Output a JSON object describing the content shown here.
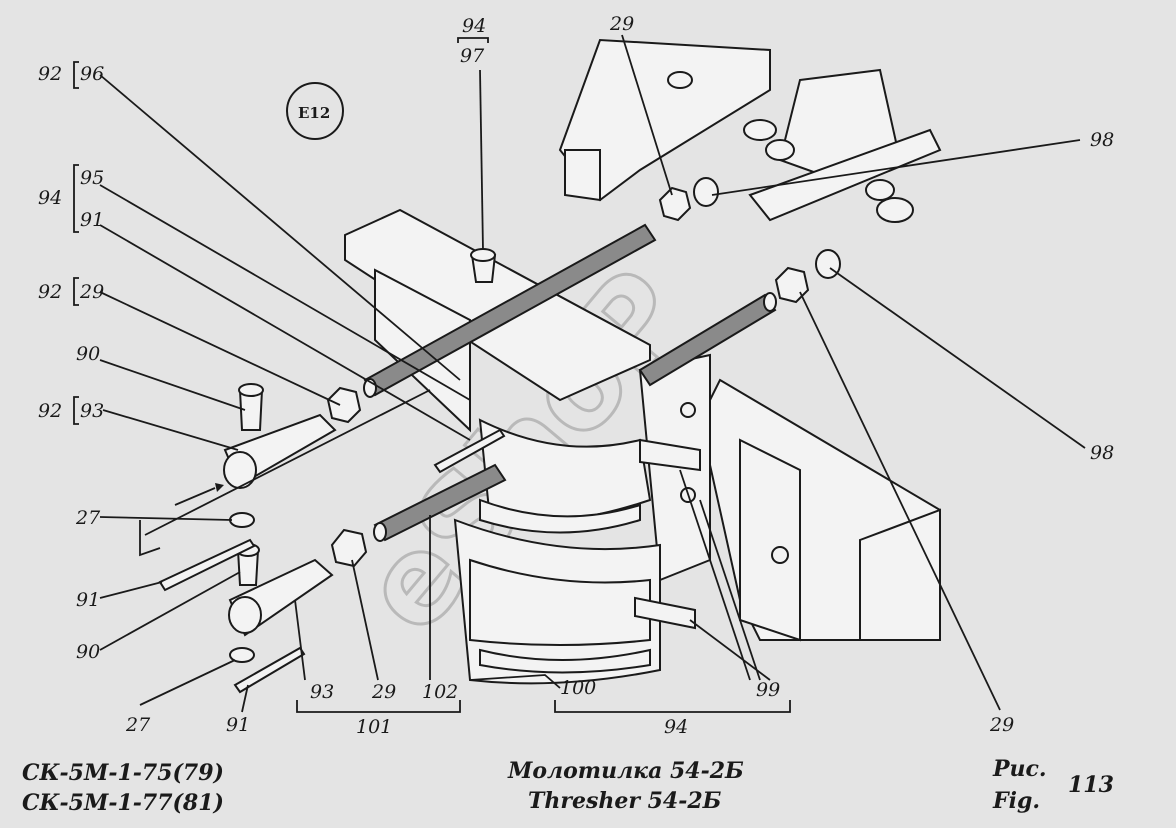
{
  "badge": "E12",
  "watermark": "eShoP",
  "labels": {
    "l92a": "92",
    "l96": "96",
    "l94top": "94",
    "l97": "97",
    "l94a": "94",
    "l95": "95",
    "l91a": "91",
    "l92b": "92",
    "l29a": "29",
    "l90a": "90",
    "l92c": "92",
    "l93a": "93",
    "l27a": "27",
    "l91b": "91",
    "l90b": "90",
    "l27b": "27",
    "l91c": "91",
    "l93b": "93",
    "l29b": "29",
    "l102": "102",
    "l101": "101",
    "l100": "100",
    "l94b": "94",
    "l99": "99",
    "l29top": "29",
    "l98a": "98",
    "l98b": "98",
    "l29right": "29"
  },
  "caption": {
    "model1": "СК-5М-1-75(79)",
    "model2": "СК-5М-1-77(81)",
    "title_ru": "Молотилка  54-2Б",
    "title_en": "Thresher  54-2Б",
    "fig_ru": "Рис.",
    "fig_en": "Fig.",
    "fig_num": "113"
  }
}
